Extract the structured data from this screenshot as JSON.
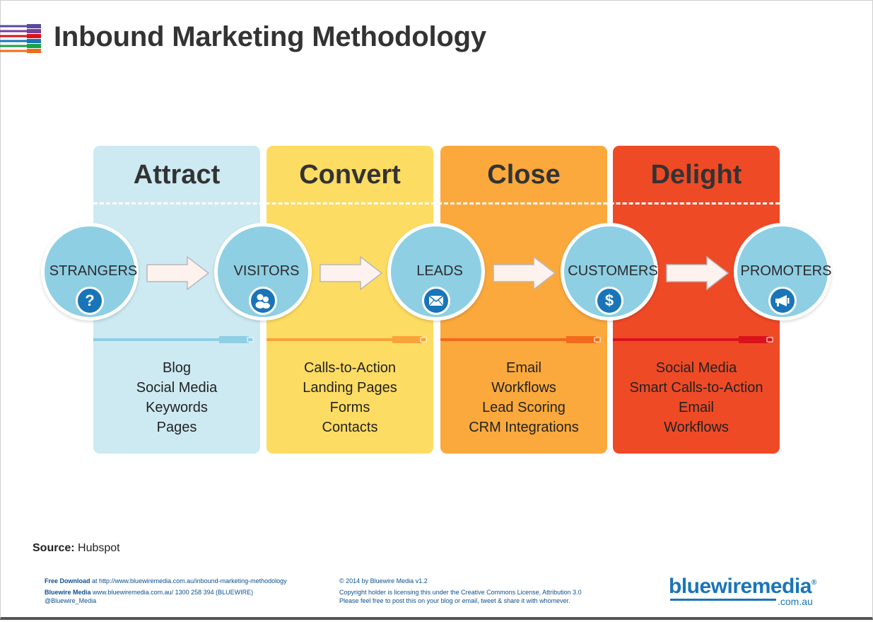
{
  "title": "Inbound Marketing Methodology",
  "stages": [
    {
      "name": "Attract",
      "tools": [
        "Blog",
        "Social Media",
        "Keywords",
        "Pages"
      ],
      "color": "#cdeaf3",
      "cable_color": "#8ecfe4"
    },
    {
      "name": "Convert",
      "tools": [
        "Calls-to-Action",
        "Landing Pages",
        "Forms",
        "Contacts"
      ],
      "color": "#fddc63",
      "cable_color": "#f9a33a"
    },
    {
      "name": "Close",
      "tools": [
        "Email",
        "Workflows",
        "Lead Scoring",
        "CRM Integrations"
      ],
      "color": "#fba93c",
      "cable_color": "#f26a1b"
    },
    {
      "name": "Delight",
      "tools": [
        "Social Media",
        "Smart Calls-to-Action",
        "Email",
        "Workflows"
      ],
      "color": "#ef4a26",
      "cable_color": "#d9121b"
    }
  ],
  "personas": [
    {
      "label": "STRANGERS",
      "icon": "question-icon"
    },
    {
      "label": "VISITORS",
      "icon": "people-icon"
    },
    {
      "label": "LEADS",
      "icon": "envelope-icon"
    },
    {
      "label": "CUSTOMERS",
      "icon": "dollar-icon"
    },
    {
      "label": "PROMOTERS",
      "icon": "megaphone-icon"
    }
  ],
  "source": {
    "label": "Source:",
    "value": "Hubspot"
  },
  "footer": {
    "download_label": "Free Download",
    "download_text": "at http://www.bluewiremedia.com.au/inbound-marketing-methodology",
    "company_label": "Bluewire Media",
    "company_text": "www.bluewiremedia.com.au/  1300 258 394 (BLUEWIRE)",
    "twitter": "@Bluewire_Media",
    "copyright": "© 2014 by Bluewire Media   v1.2",
    "license_1": "Copyright holder is licensing this under the Creative Commons License, Attribution 3.0",
    "license_2": "Please feel free to post this on your blog or email, tweet & share it with whomever.",
    "brand": "bluewiremedia",
    "brand_mark": "®",
    "brand_sub": ".com.au"
  },
  "colors": {
    "circle": "#8ecfe4",
    "icon_badge": "#1a75b8",
    "brand": "#1a75b8",
    "title": "#333333"
  }
}
